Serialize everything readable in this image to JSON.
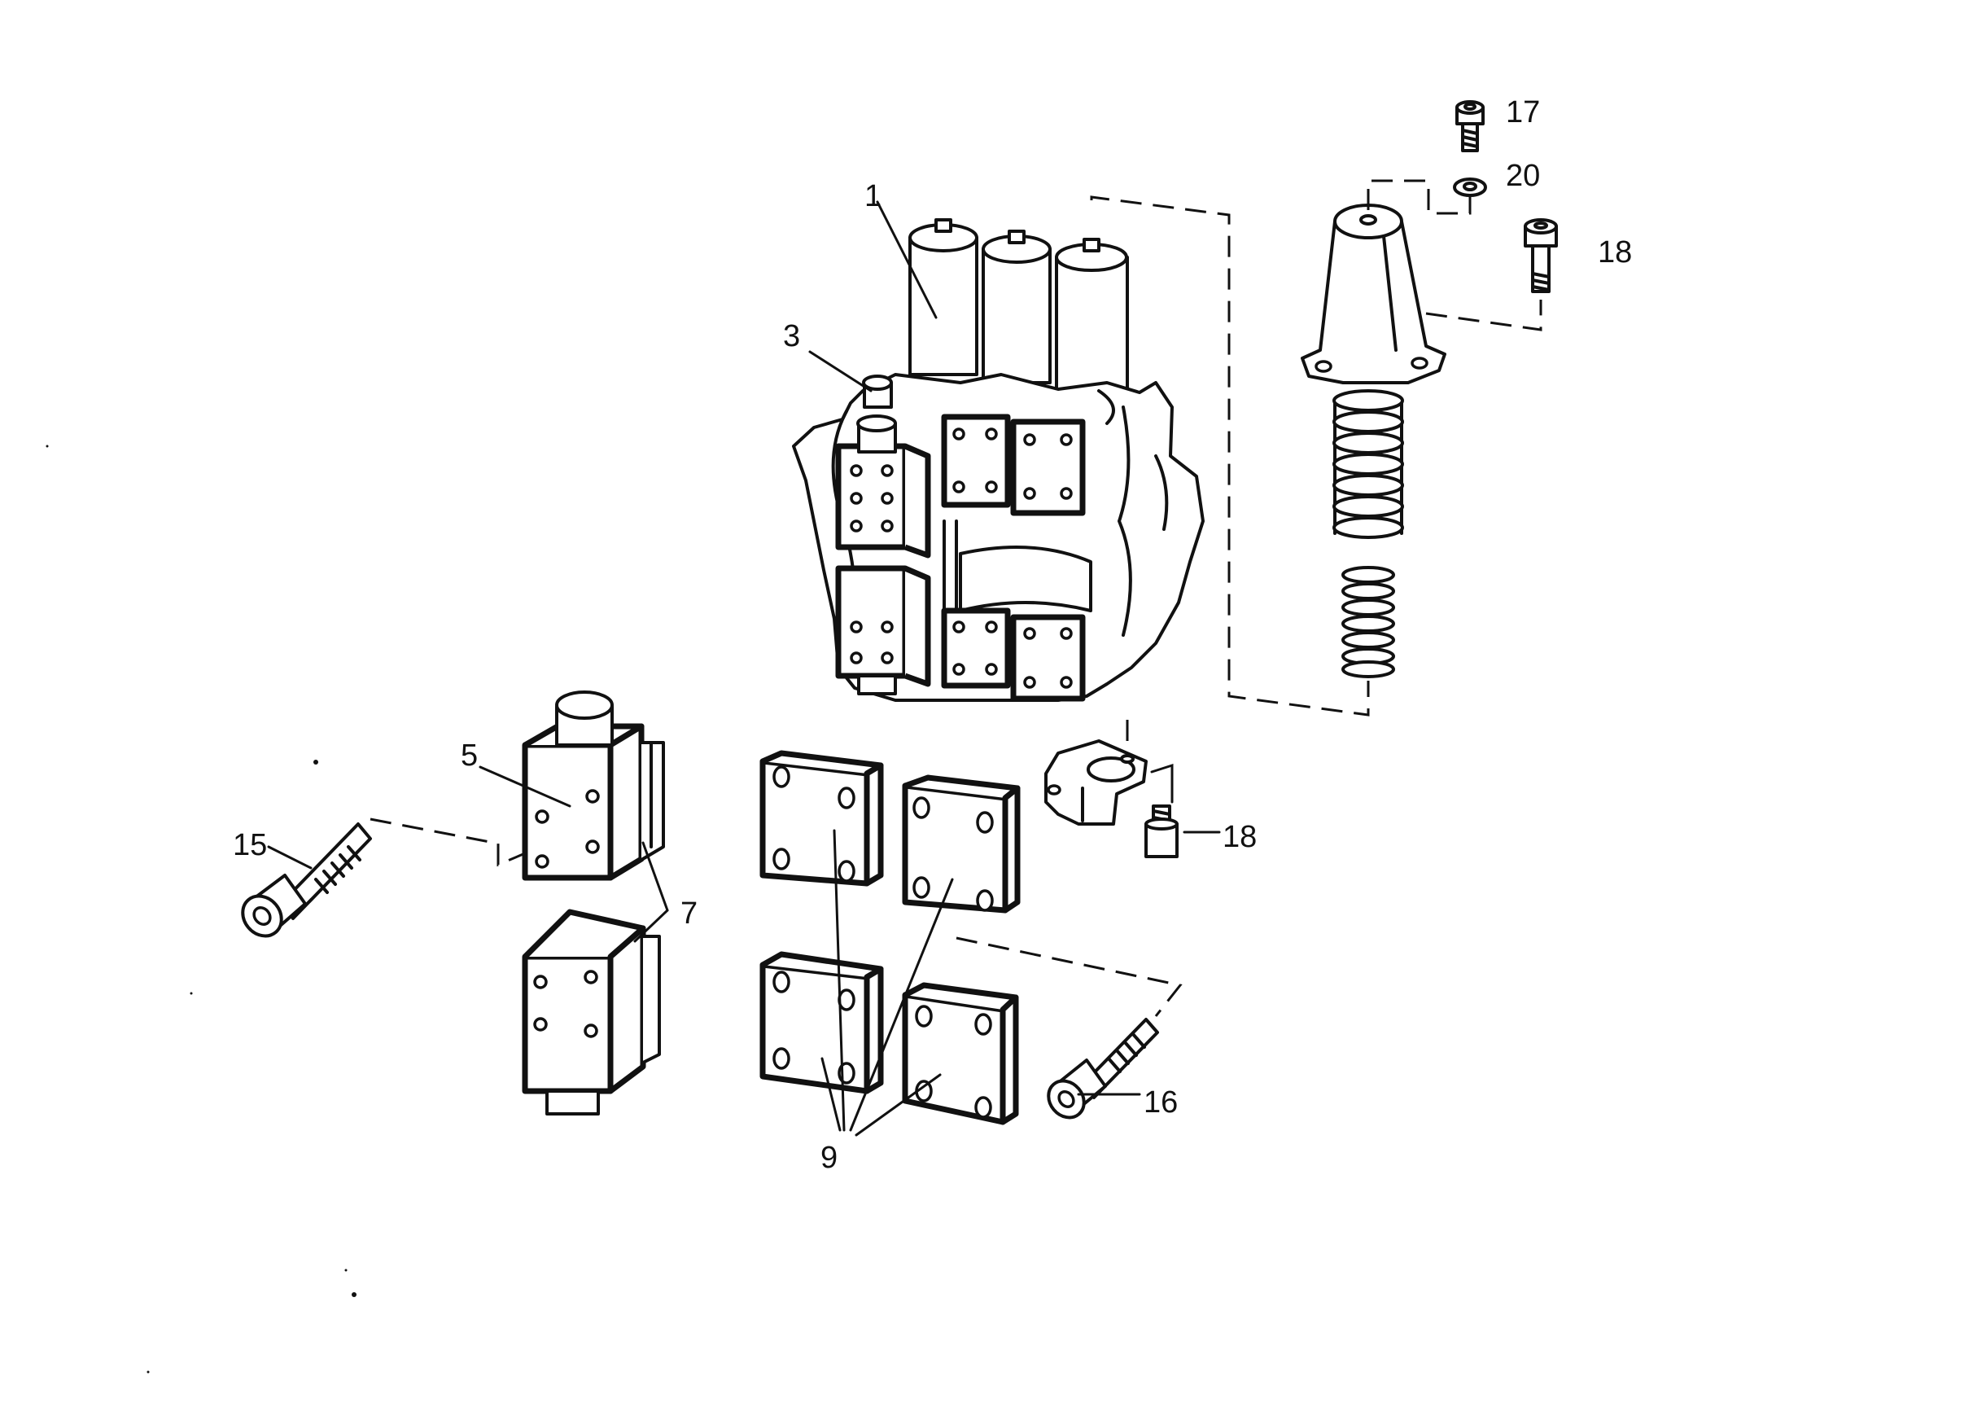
{
  "callouts": {
    "c1": "1",
    "c3": "3",
    "c5": "5",
    "c7": "7",
    "c9": "9",
    "c15": "15",
    "c16": "16",
    "c17": "17",
    "c18a": "18",
    "c18b": "18",
    "c20": "20"
  }
}
